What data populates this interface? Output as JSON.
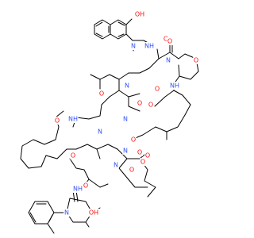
{
  "colors": {
    "oxygen": "#ff0d0d",
    "nitrogen": "#3050f8",
    "carbon": "#000000"
  },
  "atoms": [
    {
      "id": "a1",
      "symbol": "OH",
      "element": "O"
    },
    {
      "id": "a2",
      "symbol": "N",
      "element": "N"
    },
    {
      "id": "a3",
      "symbol": "O",
      "element": "O"
    },
    {
      "id": "a4",
      "symbol": "NH",
      "element": "N"
    },
    {
      "id": "a5",
      "symbol": "O",
      "element": "O"
    },
    {
      "id": "a6",
      "symbol": "N",
      "element": "N"
    },
    {
      "id": "a7",
      "symbol": "O",
      "element": "O"
    },
    {
      "id": "a8",
      "symbol": "O",
      "element": "O"
    },
    {
      "id": "a9",
      "symbol": "NH",
      "element": "N"
    },
    {
      "id": "a10",
      "symbol": "O",
      "element": "O"
    },
    {
      "id": "a11",
      "symbol": "N",
      "element": "N"
    },
    {
      "id": "a12",
      "symbol": "O",
      "element": "O"
    },
    {
      "id": "a13",
      "symbol": "O",
      "element": "O"
    },
    {
      "id": "a14",
      "symbol": "N",
      "element": "N"
    },
    {
      "id": "a15",
      "symbol": "NH",
      "element": "N"
    },
    {
      "id": "a16",
      "symbol": "O",
      "element": "O"
    },
    {
      "id": "a17",
      "symbol": "N",
      "element": "N"
    },
    {
      "id": "a18",
      "symbol": "O",
      "element": "O"
    },
    {
      "id": "a19",
      "symbol": "N",
      "element": "N"
    },
    {
      "id": "a20",
      "symbol": "O",
      "element": "O"
    },
    {
      "id": "a21",
      "symbol": "O",
      "element": "O"
    },
    {
      "id": "a22",
      "symbol": "O",
      "element": "O"
    },
    {
      "id": "a23",
      "symbol": "O",
      "element": "O"
    },
    {
      "id": "a24",
      "symbol": "N",
      "element": "N"
    },
    {
      "id": "a25",
      "symbol": "O",
      "element": "O"
    },
    {
      "id": "a26",
      "symbol": "NH",
      "element": "N"
    },
    {
      "id": "a27",
      "symbol": "O",
      "element": "O"
    },
    {
      "id": "a28",
      "symbol": "N",
      "element": "N"
    },
    {
      "id": "a29",
      "symbol": "OH",
      "element": "O"
    }
  ]
}
